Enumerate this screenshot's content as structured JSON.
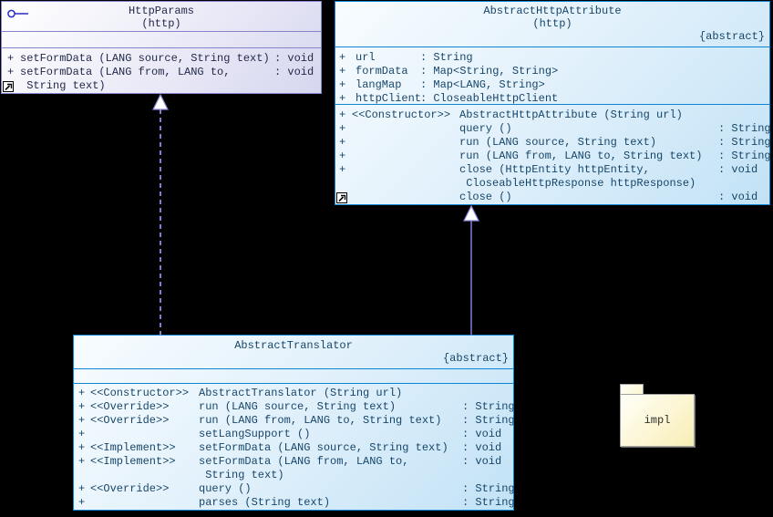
{
  "diagram_type": "uml-class-diagram",
  "colors": {
    "background": "#000000",
    "interface_box_border": "#8585c9",
    "class_box_border": "#0c85d6",
    "connector": "#7d7dd8",
    "package_fill": "#f6edb4"
  },
  "classes": [
    {
      "name": "HttpParams",
      "package": "(http)",
      "tag": "",
      "kind": "interface",
      "attributes": [],
      "operations": [
        {
          "vis": "+",
          "stereo": "",
          "sig": "setFormData (LANG source, String text)",
          "ret": ": void"
        },
        {
          "vis": "+",
          "stereo": "",
          "sig": "setFormData (LANG from, LANG to,",
          "ret": ": void"
        },
        {
          "vis": "",
          "stereo": "",
          "sig": " String text)",
          "ret": ""
        }
      ]
    },
    {
      "name": "AbstractHttpAttribute",
      "package": "(http)",
      "tag": "{abstract}",
      "kind": "abstract-class",
      "attributes": [
        {
          "vis": "+",
          "name": "url",
          "type": ": String"
        },
        {
          "vis": "+",
          "name": "formData",
          "type": ": Map<String, String>"
        },
        {
          "vis": "+",
          "name": "langMap",
          "type": ": Map<LANG, String>"
        },
        {
          "vis": "+",
          "name": "httpClient",
          "type": ": CloseableHttpClient"
        }
      ],
      "operations": [
        {
          "vis": "+",
          "stereo": "<<Constructor>>",
          "sig": "AbstractHttpAttribute (String url)",
          "ret": ""
        },
        {
          "vis": "+",
          "stereo": "",
          "sig": "query ()",
          "ret": ": String"
        },
        {
          "vis": "+",
          "stereo": "",
          "sig": "run (LANG source, String text)",
          "ret": ": String"
        },
        {
          "vis": "+",
          "stereo": "",
          "sig": "run (LANG from, LANG to, String text)",
          "ret": ": String"
        },
        {
          "vis": "+",
          "stereo": "",
          "sig": "close (HttpEntity httpEntity,",
          "ret": ": void"
        },
        {
          "vis": "",
          "stereo": "",
          "sig": " CloseableHttpResponse httpResponse)",
          "ret": ""
        },
        {
          "vis": "+",
          "stereo": "",
          "sig": "close ()",
          "ret": ": void"
        }
      ]
    },
    {
      "name": "AbstractTranslator",
      "package": "",
      "tag": "{abstract}",
      "kind": "abstract-class",
      "attributes": [],
      "operations": [
        {
          "vis": "+",
          "stereo": "<<Constructor>>",
          "sig": "AbstractTranslator (String url)",
          "ret": ""
        },
        {
          "vis": "+",
          "stereo": "<<Override>>",
          "sig": "run (LANG source, String text)",
          "ret": ": String"
        },
        {
          "vis": "+",
          "stereo": "<<Override>>",
          "sig": "run (LANG from, LANG to, String text)",
          "ret": ": String"
        },
        {
          "vis": "+",
          "stereo": "",
          "sig": "setLangSupport ()",
          "ret": ": void"
        },
        {
          "vis": "+",
          "stereo": "<<Implement>>",
          "sig": "setFormData (LANG source, String text)",
          "ret": ": void"
        },
        {
          "vis": "+",
          "stereo": "<<Implement>>",
          "sig": "setFormData (LANG from, LANG to,",
          "ret": ": void"
        },
        {
          "vis": "",
          "stereo": "",
          "sig": " String text)",
          "ret": ""
        },
        {
          "vis": "+",
          "stereo": "<<Override>>",
          "sig": "query ()",
          "ret": ": String"
        },
        {
          "vis": "+",
          "stereo": "",
          "sig": "parses (String text)",
          "ret": ": String"
        }
      ]
    }
  ],
  "package_shape": {
    "name": "impl"
  },
  "relations": [
    {
      "type": "realization",
      "from": "AbstractTranslator",
      "to": "HttpParams"
    },
    {
      "type": "generalization",
      "from": "AbstractTranslator",
      "to": "AbstractHttpAttribute"
    }
  ]
}
